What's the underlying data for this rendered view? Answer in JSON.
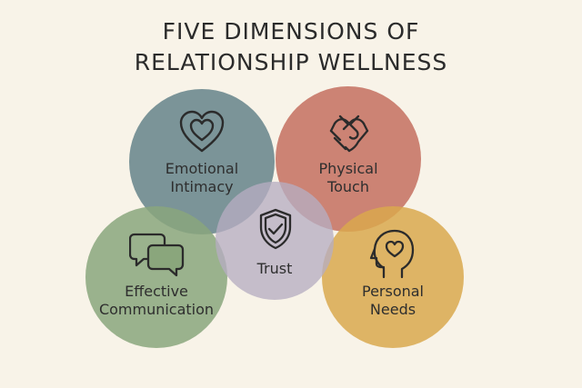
{
  "title": {
    "line1": "FIVE DIMENSIONS OF",
    "line2": "RELATIONSHIP WELLNESS"
  },
  "colors": {
    "background": "#f8f3e8",
    "emotional_intimacy": "#5f7f86",
    "physical_touch": "#c26a5a",
    "effective_communication": "#8aa67c",
    "personal_needs": "#d9a84e",
    "trust": "#b6adc1",
    "text": "#2e2e2e"
  },
  "dimensions": [
    {
      "id": "emotional-intimacy",
      "line1": "Emotional",
      "line2": "Intimacy",
      "icon": "heart-icon"
    },
    {
      "id": "physical-touch",
      "line1": "Physical",
      "line2": "Touch",
      "icon": "handshake-icon"
    },
    {
      "id": "effective-communication",
      "line1": "Effective",
      "line2": "Communication",
      "icon": "speech-bubbles-icon"
    },
    {
      "id": "personal-needs",
      "line1": "Personal",
      "line2": "Needs",
      "icon": "head-heart-icon"
    },
    {
      "id": "trust",
      "line1": "Trust",
      "line2": "",
      "icon": "shield-check-icon"
    }
  ]
}
